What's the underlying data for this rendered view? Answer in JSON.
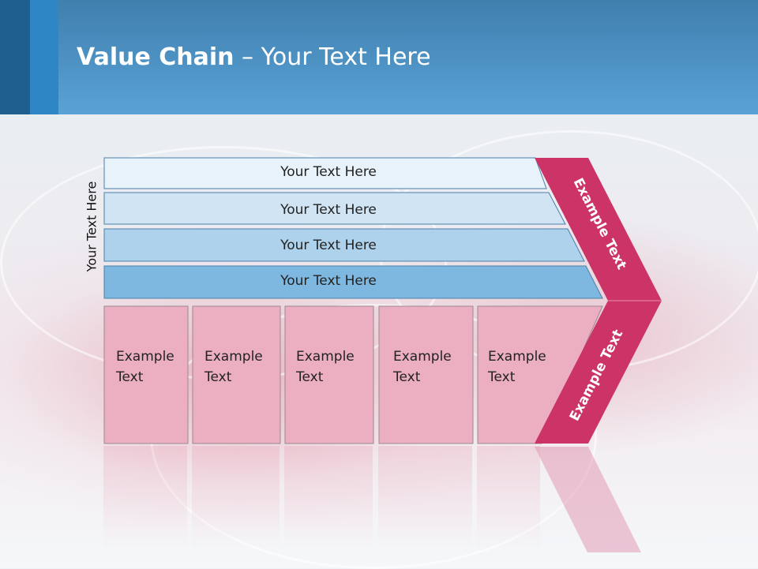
{
  "slide": {
    "title_bold": "Value Chain",
    "title_sep": " – ",
    "title_rest": "Your Text Here",
    "side_label": "Your Text Here"
  },
  "rows": [
    {
      "label": "Your Text Here",
      "color": "#e8f2fa"
    },
    {
      "label": "Your Text Here",
      "color": "#d0e4f3"
    },
    {
      "label": "Your Text Here",
      "color": "#aed2ec"
    },
    {
      "label": "Your Text Here",
      "color": "#7eb8e0"
    }
  ],
  "boxes": [
    {
      "line1": "Example",
      "line2": "Text"
    },
    {
      "line1": "Example",
      "line2": "Text"
    },
    {
      "line1": "Example",
      "line2": "Text"
    },
    {
      "line1": "Example",
      "line2": "Text"
    },
    {
      "line1": "Example",
      "line2": "Text"
    }
  ],
  "chevron": {
    "upper_label": "Example Text",
    "lower_label": "Example Text",
    "color": "#cc3366"
  },
  "colors": {
    "header": "#4a90c8",
    "box_fill": "#ecafc2",
    "box_stroke": "#9a8a90",
    "row_stroke": "#4a7fa8"
  }
}
